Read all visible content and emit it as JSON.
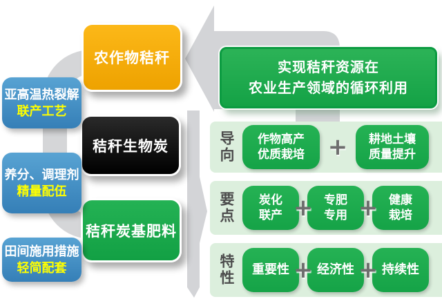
{
  "left_annotations": {
    "items": [
      {
        "line1": "亚高温热裂解",
        "line2": "联产工艺"
      },
      {
        "line1": "养分、调理剂",
        "line2": "精量配伍"
      },
      {
        "line1": "田间施用措施",
        "line2": "轻简配套"
      }
    ]
  },
  "flow_boxes": {
    "straw": "农作物秸秆",
    "biochar": "秸秆生物炭",
    "fertilizer": "秸秆炭基肥料"
  },
  "goal_box": {
    "line1": "实现秸秆资源在",
    "line2": "农业生产领域的循环利用"
  },
  "matrix": {
    "rows": [
      {
        "label": "导向",
        "items": [
          {
            "line1": "作物高产",
            "line2": "优质栽培"
          },
          {
            "line1": "耕地土壤",
            "line2": "质量提升"
          }
        ]
      },
      {
        "label": "要点",
        "items": [
          {
            "line1": "炭化",
            "line2": "联产"
          },
          {
            "line1": "专肥",
            "line2": "专用"
          },
          {
            "line1": "健康",
            "line2": "栽培"
          }
        ]
      },
      {
        "label": "特性",
        "items": [
          {
            "line1": "重要性"
          },
          {
            "line1": "经济性"
          },
          {
            "line1": "持续性"
          }
        ]
      }
    ]
  },
  "plus_glyph": "+",
  "icons": {
    "feedback_arrow": "bent-left-arrow",
    "flow_chevron": "down-flow-right-chevron",
    "loop_curve": "c-shaped-loop"
  },
  "colors": {
    "green_box": "#1cae4e",
    "green_strip": "#dcefdd",
    "orange_box": "#f5ab0c",
    "blue_box": "#3e8ec6",
    "black_box": "#080808",
    "gray_arrow": "#d3d4d7",
    "highlight_yellow": "#ffff00",
    "label_gray": "#4c4c4c"
  }
}
